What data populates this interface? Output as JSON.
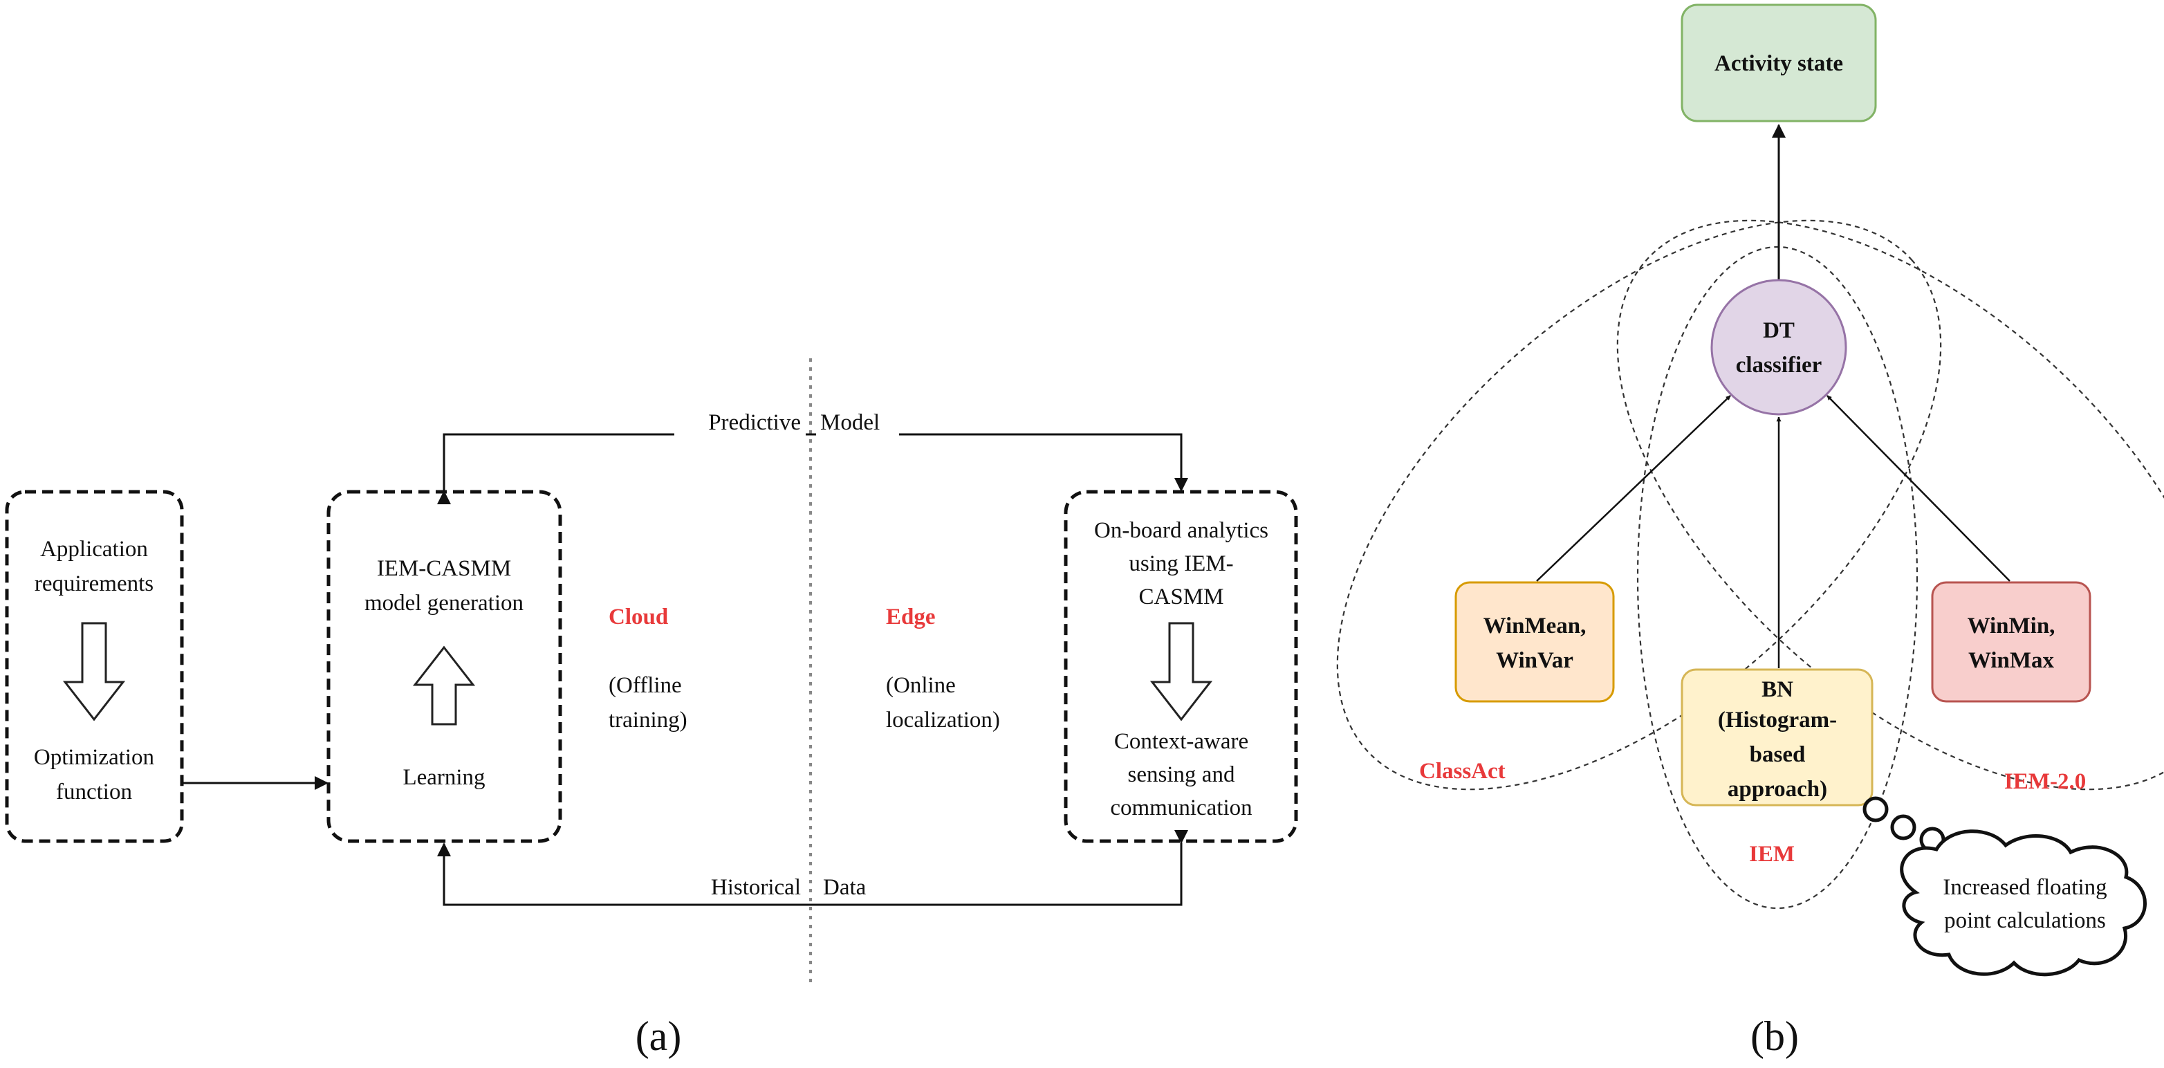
{
  "panel_a": {
    "box_left": {
      "line1": "Application",
      "line2": "requirements",
      "line3": "Optimization",
      "line4": "function"
    },
    "box_mid": {
      "line1": "IEM-CASMM",
      "line2": "model generation",
      "line3": "Learning"
    },
    "cloud": {
      "title": "Cloud",
      "line1": "(Offline",
      "line2": "training)"
    },
    "edge": {
      "title": "Edge",
      "line1": "(Online",
      "line2": "localization)"
    },
    "box_right": {
      "line1": "On-board analytics",
      "line2": "using IEM-",
      "line3": "CASMM",
      "line4": "Context-aware",
      "line5": "sensing and",
      "line6": "communication"
    },
    "top_left": "Predictive",
    "top_right": "Model",
    "bottom_left": "Historical",
    "bottom_right": "Data",
    "caption": "(a)"
  },
  "panel_b": {
    "activity": "Activity state",
    "dt_line1": "DT",
    "dt_line2": "classifier",
    "winmean_line1": "WinMean,",
    "winmean_line2": "WinVar",
    "winmin_line1": "WinMin,",
    "winmin_line2": "WinMax",
    "bn_line1": "BN",
    "bn_line2": "(Histogram-",
    "bn_line3": "based",
    "bn_line4": "approach)",
    "classact": "ClassAct",
    "iem": "IEM",
    "iem2": "IEM-2.0",
    "thought_line1": "Increased floating",
    "thought_line2": "point calculations",
    "caption": "(b)"
  },
  "colors": {
    "label_red": "#e8393a",
    "activity_fill": "#d5e8d4",
    "activity_stroke": "#82b366",
    "dt_fill": "#e1d5e7",
    "dt_stroke": "#9673a6",
    "winmean_fill": "#ffe6cc",
    "winmean_stroke": "#d79b00",
    "winmin_fill": "#f8cecc",
    "winmin_stroke": "#b85450",
    "bn_fill": "#fff2cc",
    "bn_stroke": "#d6b656"
  }
}
